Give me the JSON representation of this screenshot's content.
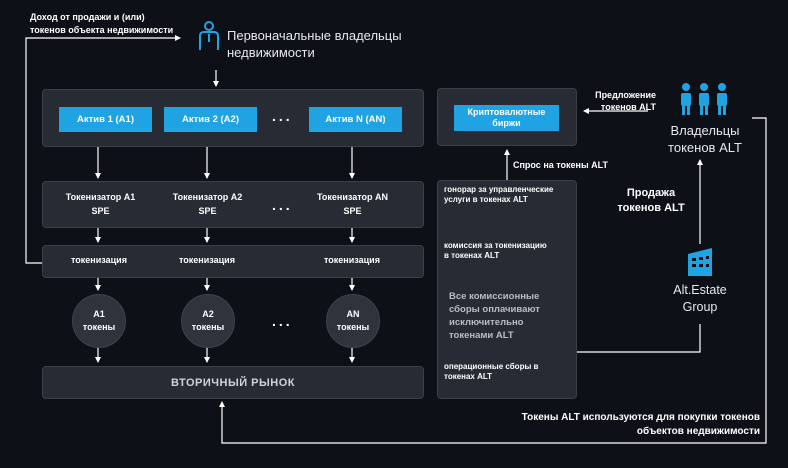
{
  "labels": {
    "revenue_line1": "Доход от продажи и (или)",
    "revenue_line2": "токенов объекта недвижимости",
    "owners_line1": "Первоначальные владельцы",
    "owners_line2": "недвижимости",
    "ellipsis": "...",
    "tokenization": "токенизация",
    "secondary_market": "ВТОРИЧНЫЙ РЫНОК",
    "exchanges_line1": "Криптовалютные",
    "exchanges_line2": "биржи",
    "demand": "Спрос на токены ALT",
    "offer_line1": "Предложение",
    "offer_line2": "токенов ALT",
    "holders_line1": "Владельцы",
    "holders_line2": "токенов ALT",
    "sale_line1": "Продажа",
    "sale_line2": "токенов ALT",
    "altestate_line1": "Alt.Estate",
    "altestate_line2": "Group",
    "usage_line1": "Токены ALT используются для покупки токенов",
    "usage_line2": "объектов недвижимости"
  },
  "assets": [
    "Актив 1 (A1)",
    "Актив 2 (A2)",
    "Актив N (AN)"
  ],
  "tokenizers": [
    {
      "line1": "Токенизатор A1",
      "line2": "SPE"
    },
    {
      "line1": "Токенизатор A2",
      "line2": "SPE"
    },
    {
      "line1": "Токенизатор AN",
      "line2": "SPE"
    }
  ],
  "token_circles": [
    {
      "line1": "A1",
      "line2": "токены"
    },
    {
      "line1": "A2",
      "line2": "токены"
    },
    {
      "line1": "AN",
      "line2": "токены"
    }
  ],
  "fees": {
    "management_line1": "гонорар за управленческие",
    "management_line2": "услуги в токенах ALT",
    "tokenization_line1": "комиссия за токенизацию",
    "tokenization_line2": "в токенах ALT",
    "note_line1": "Все комиссионные",
    "note_line2": "сборы оплачивают",
    "note_line3": "исключительно",
    "note_line4": "токенами ALT",
    "operational_line1": "операционные сборы в",
    "operational_line2": "токенах ALT"
  },
  "colors": {
    "background": "#0d1117",
    "panel": "#272b33",
    "accent": "#1fa3e3"
  }
}
